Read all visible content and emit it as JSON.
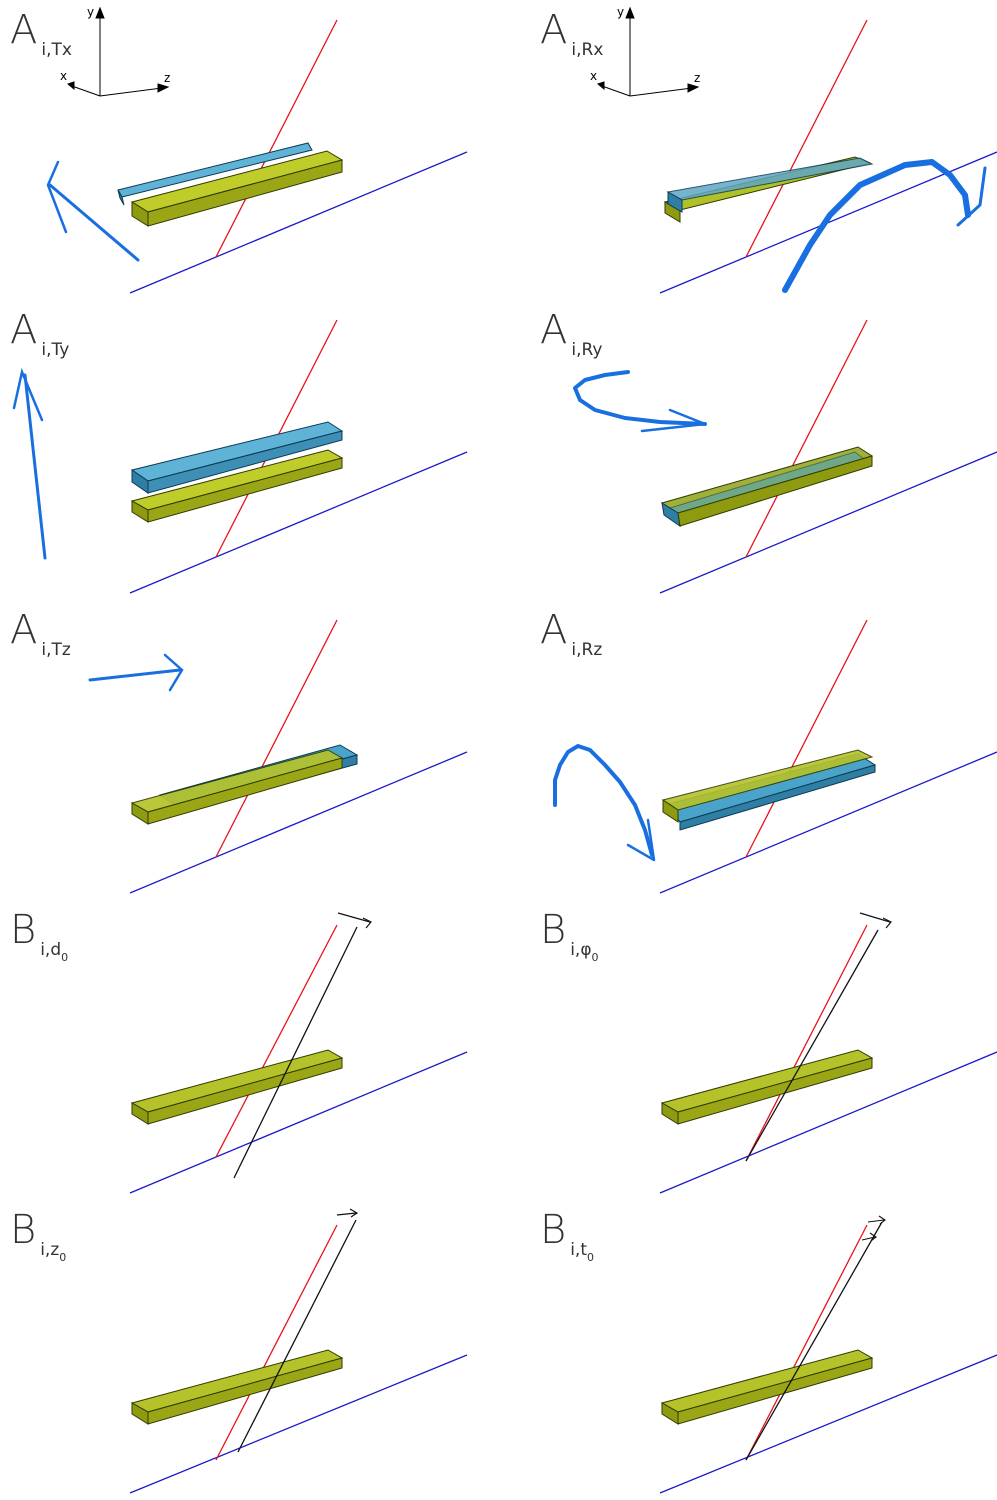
{
  "axes_labels": {
    "x": "x",
    "y": "y",
    "z": "z"
  },
  "panels": [
    {
      "letter": "A",
      "subscript": "i,Tx",
      "subsub": ""
    },
    {
      "letter": "A",
      "subscript": "i,Rx",
      "subsub": ""
    },
    {
      "letter": "A",
      "subscript": "i,Ty",
      "subsub": ""
    },
    {
      "letter": "A",
      "subscript": "i,Ry",
      "subsub": ""
    },
    {
      "letter": "A",
      "subscript": "i,Tz",
      "subsub": ""
    },
    {
      "letter": "A",
      "subscript": "i,Rz",
      "subsub": ""
    },
    {
      "letter": "B",
      "subscript": "i,d",
      "subsub": "0"
    },
    {
      "letter": "B",
      "subscript": "i,φ",
      "subsub": "0"
    },
    {
      "letter": "B",
      "subscript": "i,z",
      "subsub": "0"
    },
    {
      "letter": "B",
      "subscript": "i,t",
      "subsub": "0"
    }
  ],
  "colors": {
    "red_line": "#e8141c",
    "blue_line": "#1a1acc",
    "black_line": "#111111",
    "arrow_blue": "#1a6fe0",
    "plate_green": "#a8b820",
    "plate_blue": "#4aa3c8"
  }
}
